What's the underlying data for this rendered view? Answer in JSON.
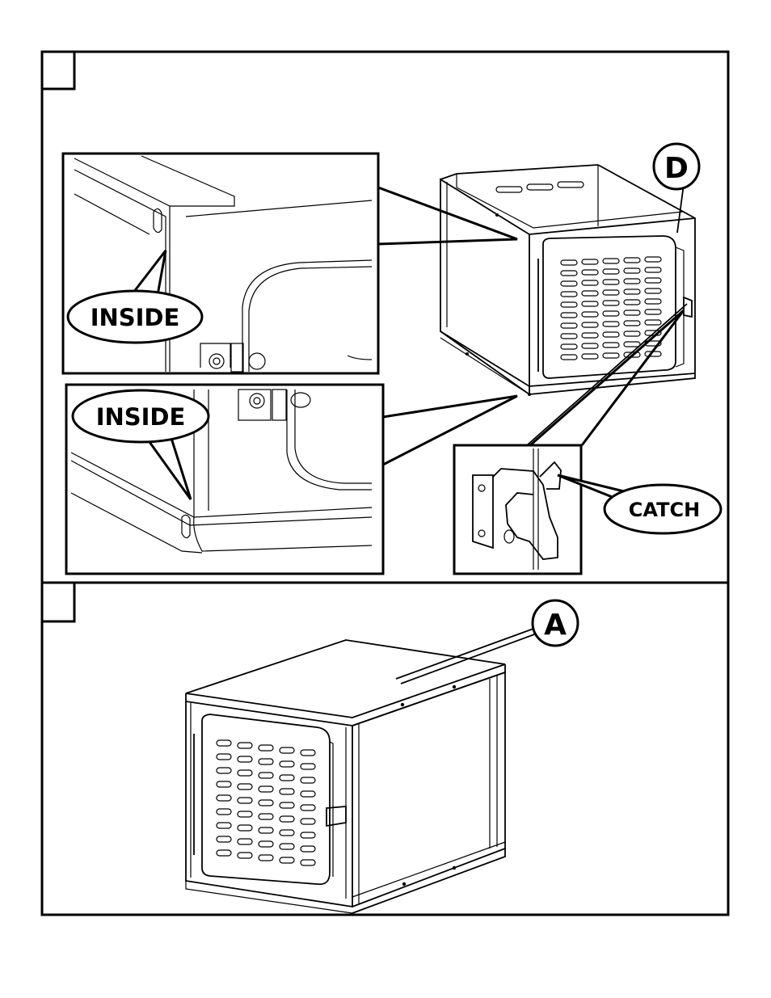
{
  "steps": [
    {
      "step_box_label": "",
      "callouts": {
        "inside_top": "INSIDE",
        "inside_bottom": "INSIDE",
        "catch": "CATCH"
      },
      "part_letter": "D"
    },
    {
      "step_box_label": "",
      "part_letter": "A"
    }
  ]
}
